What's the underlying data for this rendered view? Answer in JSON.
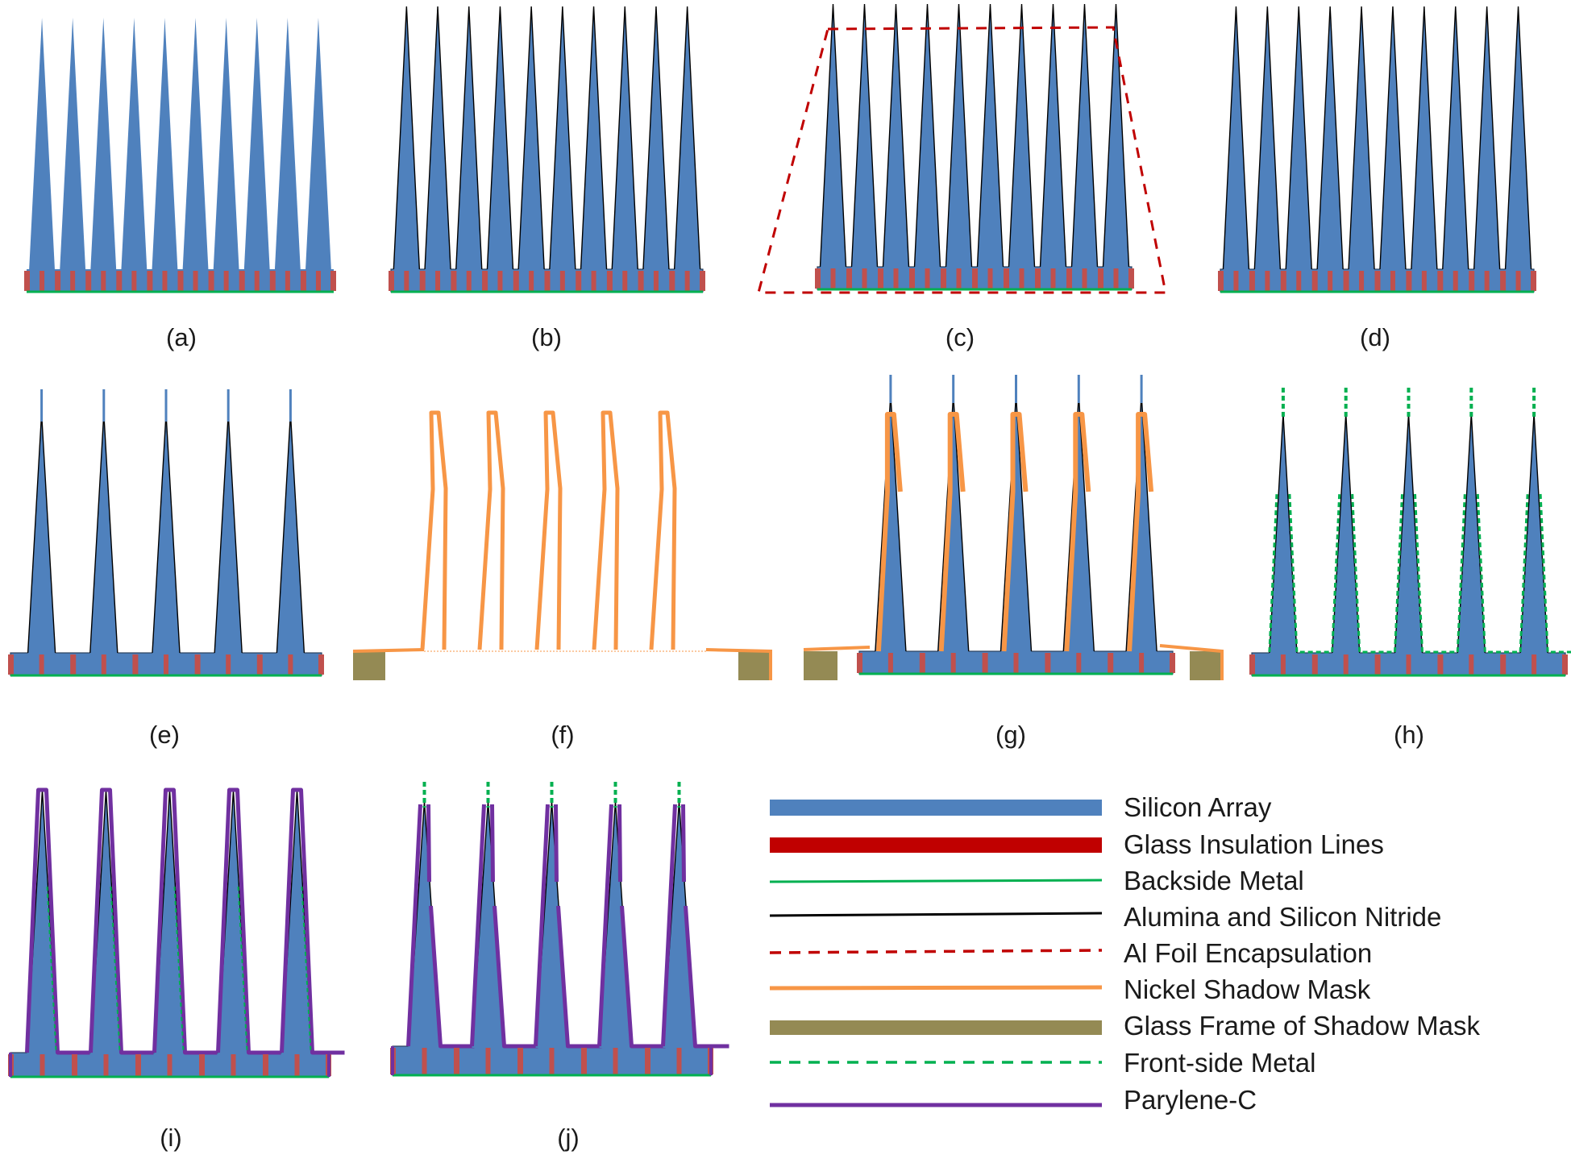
{
  "panels": [
    {
      "id": "a",
      "label": "(a)"
    },
    {
      "id": "b",
      "label": "(b)"
    },
    {
      "id": "c",
      "label": "(c)"
    },
    {
      "id": "d",
      "label": "(d)"
    },
    {
      "id": "e",
      "label": "(e)"
    },
    {
      "id": "f",
      "label": "(f)"
    },
    {
      "id": "g",
      "label": "(g)"
    },
    {
      "id": "h",
      "label": "(h)"
    },
    {
      "id": "i",
      "label": "(i)"
    },
    {
      "id": "j",
      "label": "(j)"
    }
  ],
  "legend": [
    {
      "label": "Silicon Array",
      "style": "bar",
      "color": "#4f81bd"
    },
    {
      "label": "Glass Insulation Lines",
      "style": "bar",
      "color": "#c00000"
    },
    {
      "label": "Backside Metal",
      "style": "line",
      "color": "#00b050"
    },
    {
      "label": "Alumina and Silicon Nitride",
      "style": "line",
      "color": "#000000"
    },
    {
      "label": "Al Foil Encapsulation",
      "style": "dashed",
      "color": "#c00000"
    },
    {
      "label": "Nickel Shadow Mask",
      "style": "line",
      "color": "#f79646"
    },
    {
      "label": "Glass Frame of Shadow Mask",
      "style": "bar",
      "color": "#948a54"
    },
    {
      "label": "Front-side Metal",
      "style": "dashed",
      "color": "#00b050"
    },
    {
      "label": "Parylene-C",
      "style": "line",
      "color": "#7030a0"
    }
  ],
  "colors": {
    "silicon": "#4f81bd",
    "glass_lines": "#c0504d",
    "backside_metal": "#00b050",
    "alumina": "#000000",
    "al_foil": "#c00000",
    "nickel_mask": "#f79646",
    "glass_frame": "#948a54",
    "front_metal": "#00b050",
    "parylene": "#7030a0"
  }
}
